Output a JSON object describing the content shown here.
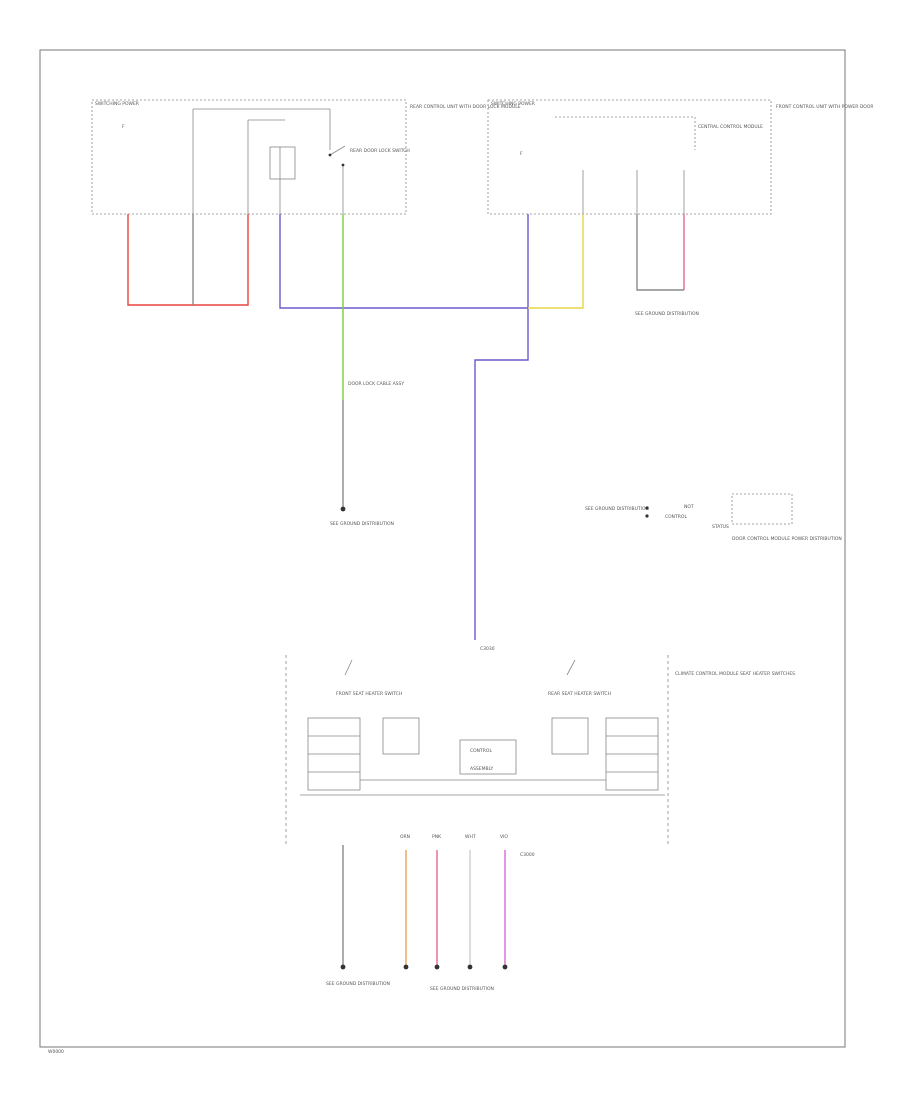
{
  "diagram_id": "W0000",
  "colors": {
    "red": "#e8433f",
    "violet": "#6a5acd",
    "green": "#7ccd3a",
    "yellow": "#e6d646",
    "pink": "#e46a8e",
    "orange": "#e8a35c",
    "magenta": "#d96ad9",
    "ground": "#8a8a8a"
  },
  "text": {
    "rear_module_title": "SWITCHING POWER",
    "rear_module_desc": "REAR CONTROL UNIT WITH DOOR LOCK MODULE",
    "rear_switch_label": "REAR DOOR LOCK SWITCH",
    "front_module_title": "SWITCHING POWER",
    "front_module_desc": "FRONT CONTROL UNIT WITH POWER DOOR",
    "front_sub_label": "CENTRAL CONTROL MODULE",
    "rear_ground_label": "SEE GROUND DISTRIBUTION",
    "front_ground_label": "SEE GROUND DISTRIBUTION",
    "door_switch_label": "DOOR LOCK CABLE ASSY",
    "connector_mid": "C3030",
    "legend_left": "SEE GROUND DISTRIBUTION",
    "legend_right": "DOOR CONTROL MODULE POWER DISTRIBUTION",
    "legend_codes": [
      "NOT",
      "CONTROL",
      "STATUS"
    ],
    "bottom_connector": "C3000",
    "bottom_box_label": "CLIMATE CONTROL MODULE SEAT HEATER SWITCHES",
    "left_switch_label": "FRONT SEAT HEATER SWITCH",
    "right_switch_label": "REAR SEAT HEATER SWITCH",
    "center_label_top": "CONTROL",
    "center_label_bottom": "ASSEMBLY",
    "bottom_left_label": "SEE GROUND DISTRIBUTION",
    "bottom_right_label": "SEE GROUND DISTRIBUTION",
    "bottom_wire_tags": [
      "ORN",
      "PNK",
      "WHT",
      "VIO"
    ]
  }
}
